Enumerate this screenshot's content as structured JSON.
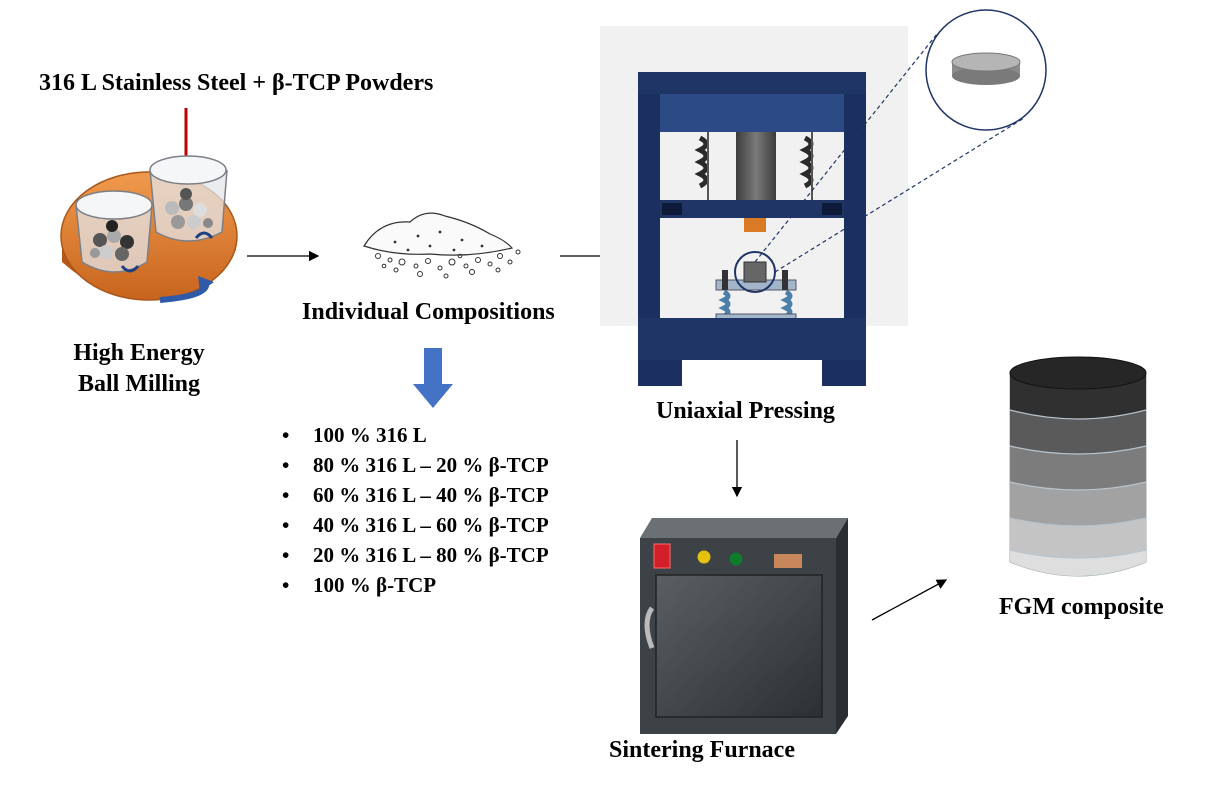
{
  "header_label": "316 L Stainless Steel + β-TCP Powders",
  "steps": {
    "milling": [
      "High Energy",
      "Ball Milling"
    ],
    "compositions": "Individual Compositions",
    "pressing": "Uniaxial Pressing",
    "sintering": "Sintering Furnace",
    "result": "FGM composite"
  },
  "composition_list": [
    "100 % 316 L",
    "80 % 316 L – 20 % β-TCP",
    "60 % 316 L – 40 % β-TCP",
    "40 % 316 L – 60 % β-TCP",
    "20 % 316 L – 80 % β-TCP",
    "100 % β-TCP"
  ],
  "bullet": "•",
  "colors": {
    "press_frame": "#1f3566",
    "mill_disk": "#e07b29",
    "down_arrow": "#4472c4",
    "input_arrow": "#c00000",
    "furnace_body": "#3d4247",
    "spring": "#4a7fa8"
  }
}
